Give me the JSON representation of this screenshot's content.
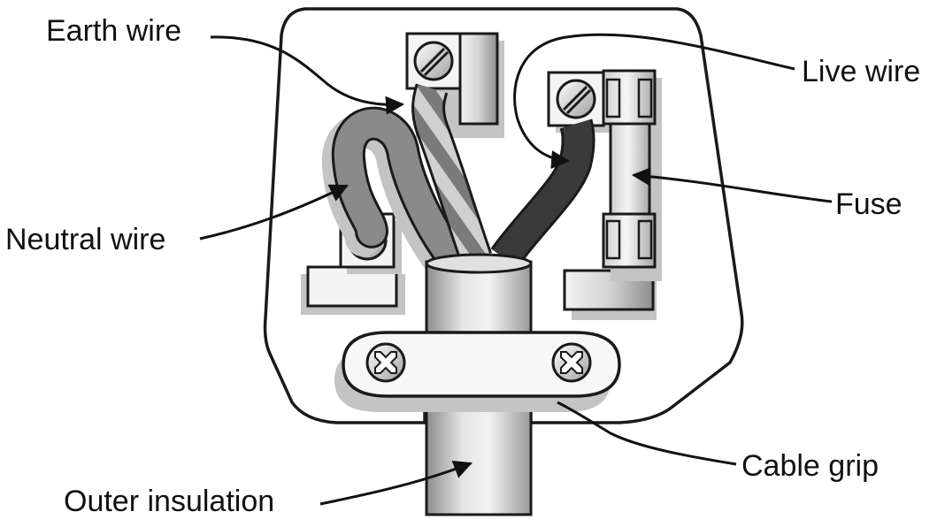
{
  "labels": {
    "earth": "Earth wire",
    "neutral": "Neutral wire",
    "live": "Live wire",
    "fuse": "Fuse",
    "cable_grip": "Cable grip",
    "outer_insulation": "Outer insulation"
  },
  "colors": {
    "outline": "#1a1a1a",
    "shadow": "#c4c4c4",
    "neutral_wire": "#8a8a8a",
    "earth_stripe_light": "#d0d0d0",
    "earth_stripe_dark": "#7a7a7a",
    "live_wire": "#3a3a3a",
    "cable": "#d9d9d9"
  }
}
